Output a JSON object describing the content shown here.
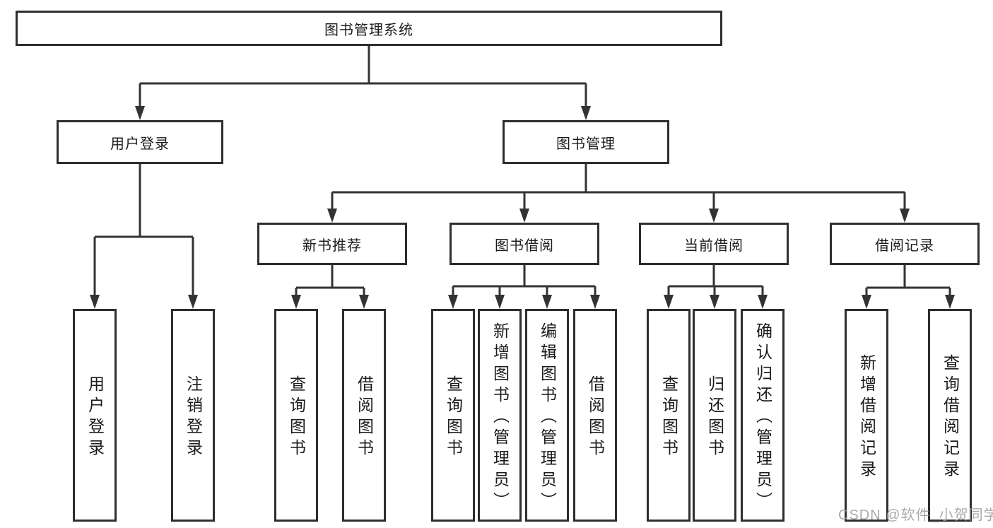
{
  "tree": {
    "label": "图书管理系统",
    "children": [
      {
        "label": "用户登录",
        "children": [
          {
            "label": "用户登录"
          },
          {
            "label": "注销登录"
          }
        ]
      },
      {
        "label": "图书管理",
        "children": [
          {
            "label": "新书推荐",
            "children": [
              {
                "label": "查询图书"
              },
              {
                "label": "借阅图书"
              }
            ]
          },
          {
            "label": "图书借阅",
            "children": [
              {
                "label": "查询图书"
              },
              {
                "label": "新增图书（管理员）"
              },
              {
                "label": "编辑图书（管理员）"
              },
              {
                "label": "借阅图书"
              }
            ]
          },
          {
            "label": "当前借阅",
            "children": [
              {
                "label": "查询图书"
              },
              {
                "label": "归还图书"
              },
              {
                "label": "确认归还（管理员）"
              }
            ]
          },
          {
            "label": "借阅记录",
            "children": [
              {
                "label": "新增借阅记录"
              },
              {
                "label": "查询借阅记录"
              }
            ]
          }
        ]
      }
    ]
  },
  "watermark": {
    "text": "CSDN @软件_小贺同学"
  },
  "colors": {
    "line": "#333333",
    "box_border": "#2e2e2e",
    "box_fill": "#ffffff",
    "text": "#1c1c1c",
    "watermark": "#9b9b9b",
    "background": "#ffffff"
  }
}
